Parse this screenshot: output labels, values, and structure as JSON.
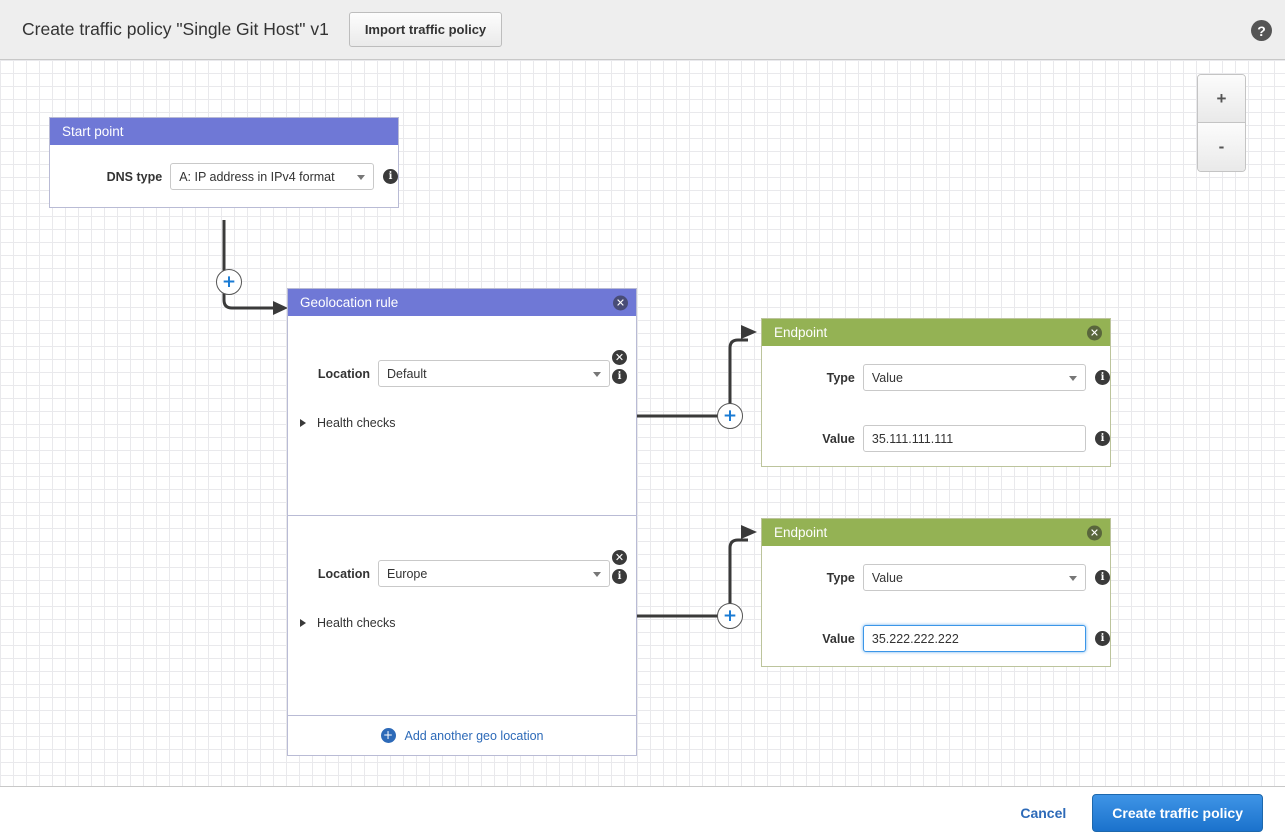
{
  "header": {
    "title": "Create traffic policy \"Single Git Host\" v1",
    "import_button": "Import traffic policy",
    "help_icon": "?"
  },
  "zoom_controls": {
    "zoom_in": "+",
    "zoom_out": "-"
  },
  "start_point": {
    "title": "Start point",
    "dns_type_label": "DNS type",
    "dns_type_value": "A: IP address in IPv4 format",
    "info_icon": "i"
  },
  "geolocation_rule": {
    "title": "Geolocation rule",
    "close_icon": "✕",
    "sections": [
      {
        "location_label": "Location",
        "location_value": "Default",
        "health_checks_label": "Health checks",
        "delete_icon": "✕",
        "info_icon": "i"
      },
      {
        "location_label": "Location",
        "location_value": "Europe",
        "health_checks_label": "Health checks",
        "delete_icon": "✕",
        "info_icon": "i"
      }
    ],
    "add_location_label": "Add another geo location",
    "add_location_icon": "+"
  },
  "endpoints": [
    {
      "title": "Endpoint",
      "close_icon": "✕",
      "type_label": "Type",
      "type_value": "Value",
      "value_label": "Value",
      "value_value": "35.111.111.111",
      "info_icon": "i"
    },
    {
      "title": "Endpoint",
      "close_icon": "✕",
      "type_label": "Type",
      "type_value": "Value",
      "value_label": "Value",
      "value_value": "35.222.222.222",
      "info_icon": "i"
    }
  ],
  "connector_nodes": {
    "add_icon": "+"
  },
  "footer": {
    "cancel_label": "Cancel",
    "create_label": "Create traffic policy"
  },
  "colors": {
    "rule_header": "#6f78d6",
    "endpoint_header": "#94b254",
    "accent_blue": "#2d6ab8",
    "focus_blue": "#3b96e8"
  }
}
